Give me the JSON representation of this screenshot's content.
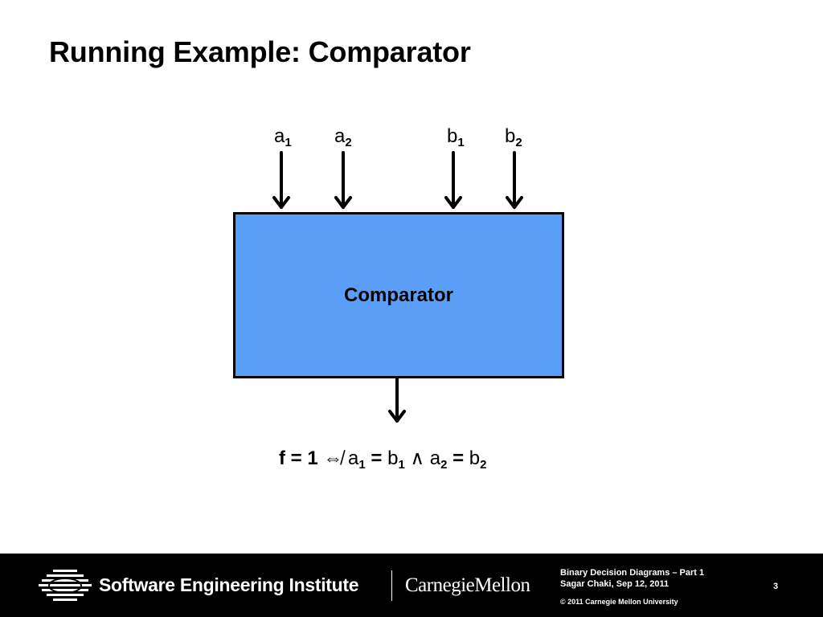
{
  "slide": {
    "title": "Running Example: Comparator"
  },
  "diagram": {
    "inputs": [
      {
        "name": "a",
        "index": "1"
      },
      {
        "name": "a",
        "index": "2"
      },
      {
        "name": "b",
        "index": "1"
      },
      {
        "name": "b",
        "index": "2"
      }
    ],
    "box_label": "Comparator",
    "box_color": "#5b9ef7",
    "formula": {
      "lhs": "f = 1",
      "iff_symbol": "⇎",
      "a1": "a",
      "a1_sub": "1",
      "eq1": "=",
      "b1": "b",
      "b1_sub": "1",
      "and_symbol": "∧",
      "a2": "a",
      "a2_sub": "2",
      "eq2": "=",
      "b2": "b",
      "b2_sub": "2"
    }
  },
  "footer": {
    "organization": "Software Engineering Institute",
    "university": "CarnegieMellon",
    "info_line1": "Binary Decision Diagrams – Part 1",
    "info_line2": "Sagar Chaki, Sep 12, 2011",
    "copyright": "© 2011 Carnegie Mellon University",
    "page_number": "3",
    "background_color": "#000000"
  }
}
